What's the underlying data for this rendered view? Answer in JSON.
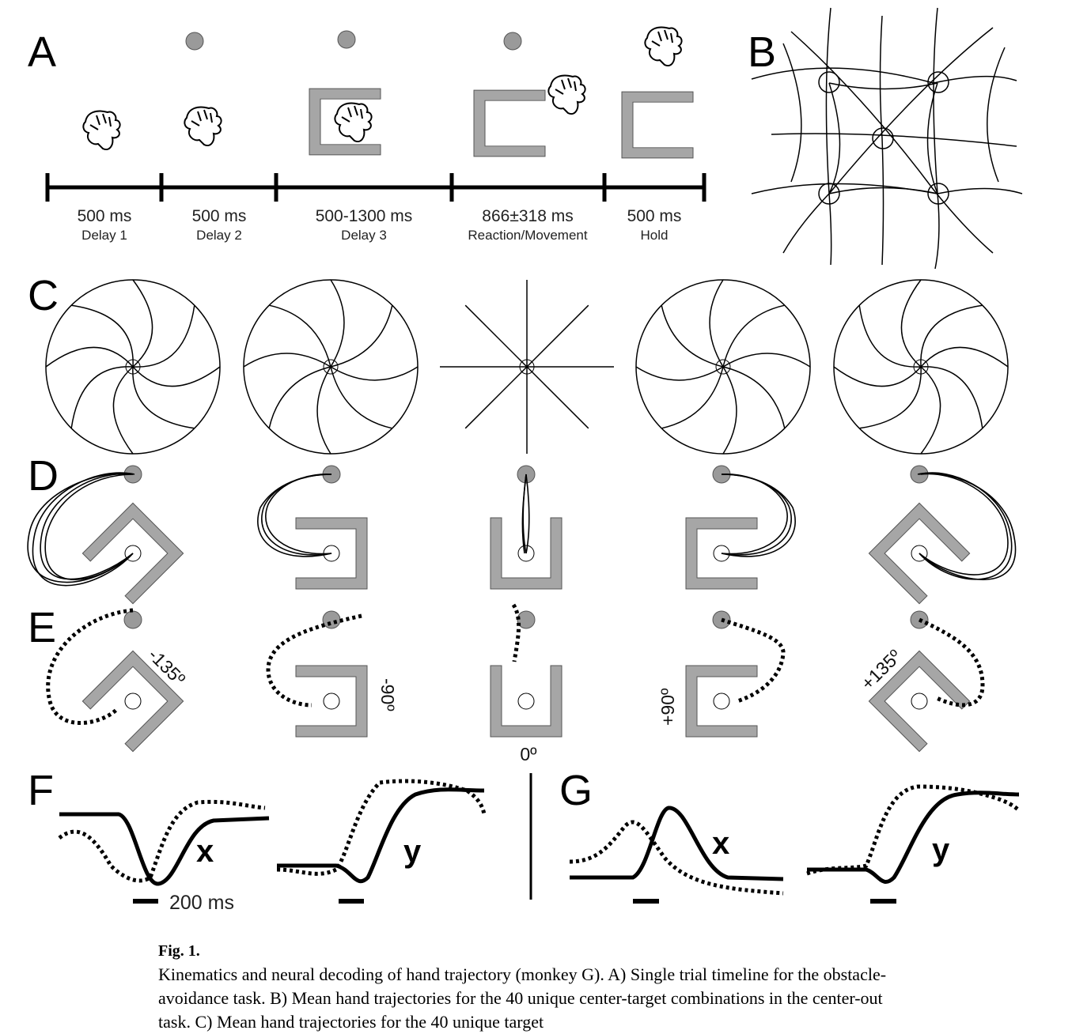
{
  "panels": {
    "a": "A",
    "b": "B",
    "c": "C",
    "d": "D",
    "e": "E",
    "f": "F",
    "g": "G"
  },
  "timeline": [
    {
      "time": "500 ms",
      "label": "Delay 1"
    },
    {
      "time": "500 ms",
      "label": "Delay 2"
    },
    {
      "time": "500-1300 ms",
      "label": "Delay 3"
    },
    {
      "time": "866±318 ms",
      "label": "Reaction/Movement"
    },
    {
      "time": "500 ms",
      "label": "Hold"
    }
  ],
  "angles": {
    "m135": "-135º",
    "m90": "-90º",
    "zero": "0º",
    "p90": "+90º",
    "p135": "+135º"
  },
  "traces": {
    "x": "x",
    "y": "y",
    "scale": "200 ms"
  },
  "caption": {
    "title": "Fig. 1.",
    "text": "Kinematics and neural decoding of hand trajectory (monkey G). A) Single trial timeline for the obstacle-avoidance task. B) Mean hand trajectories for the 40 unique center-target combinations in the center-out task. C) Mean hand trajectories for the 40 unique target"
  },
  "colors": {
    "obstacle": "#a6a6a6",
    "target": "#9a9a9a",
    "ink": "#000000"
  }
}
